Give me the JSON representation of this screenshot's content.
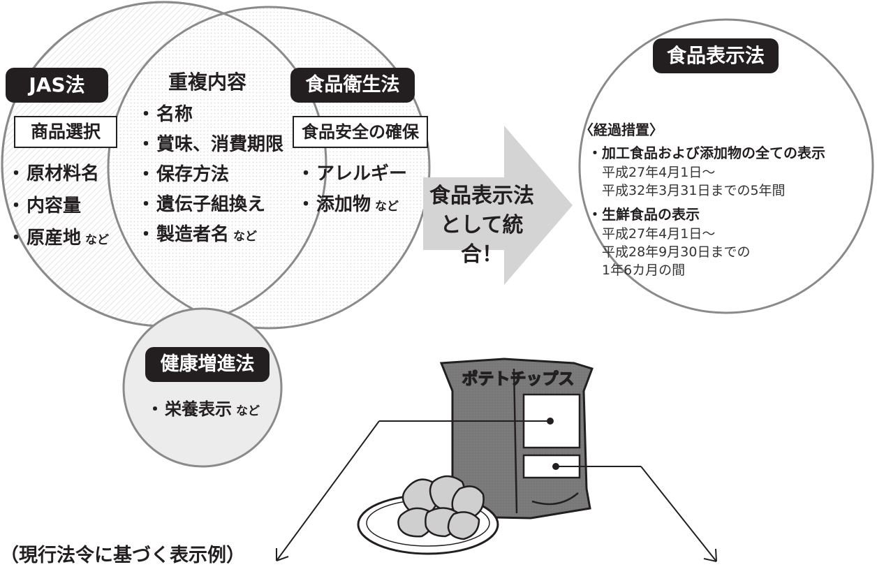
{
  "jas": {
    "title": "JAS法",
    "box": "商品選択",
    "items": [
      "原材料名",
      "内容量",
      "原産地"
    ],
    "suffix": "など"
  },
  "overlap": {
    "title": "重複内容",
    "items": [
      "名称",
      "賞味、消費期限",
      "保存方法",
      "遺伝子組換え",
      "製造者名"
    ],
    "suffix": "など"
  },
  "eisei": {
    "title": "食品衛生法",
    "box": "食品安全の確保",
    "items": [
      "アレルギー",
      "添加物"
    ],
    "suffix": "など"
  },
  "kenko": {
    "title": "健康増進法",
    "items": [
      "栄養表示"
    ],
    "suffix": "など"
  },
  "arrow": {
    "line1": "食品表示法",
    "line2": "として統合！"
  },
  "hyoji": {
    "title": "食品表示法",
    "heading": "〈経過措置〉",
    "item1_title": "加工食品および添加物の全ての表示",
    "item1_lines": [
      "平成27年4月1日〜",
      "平成32年3月31日までの5年間"
    ],
    "item2_title": "生鮮食品の表示",
    "item2_lines": [
      "平成27年4月1日〜",
      "平成28年9月30日までの",
      "1年6カ月の間"
    ]
  },
  "bag": {
    "label": "ポテトチップス"
  },
  "footer": {
    "caption": "（現行法令に基づく表示例）"
  },
  "colors": {
    "dark": "#231f20",
    "circle_edge": "#8a8a8a",
    "arrow": "#d4d4d4",
    "kenko_fill": "#ececec",
    "bag_fill": "#7b7b7b"
  },
  "icons": [
    "potato-chip-bag-illustration",
    "chips-plate-illustration",
    "arrow-right-shape",
    "pointer-dot"
  ]
}
